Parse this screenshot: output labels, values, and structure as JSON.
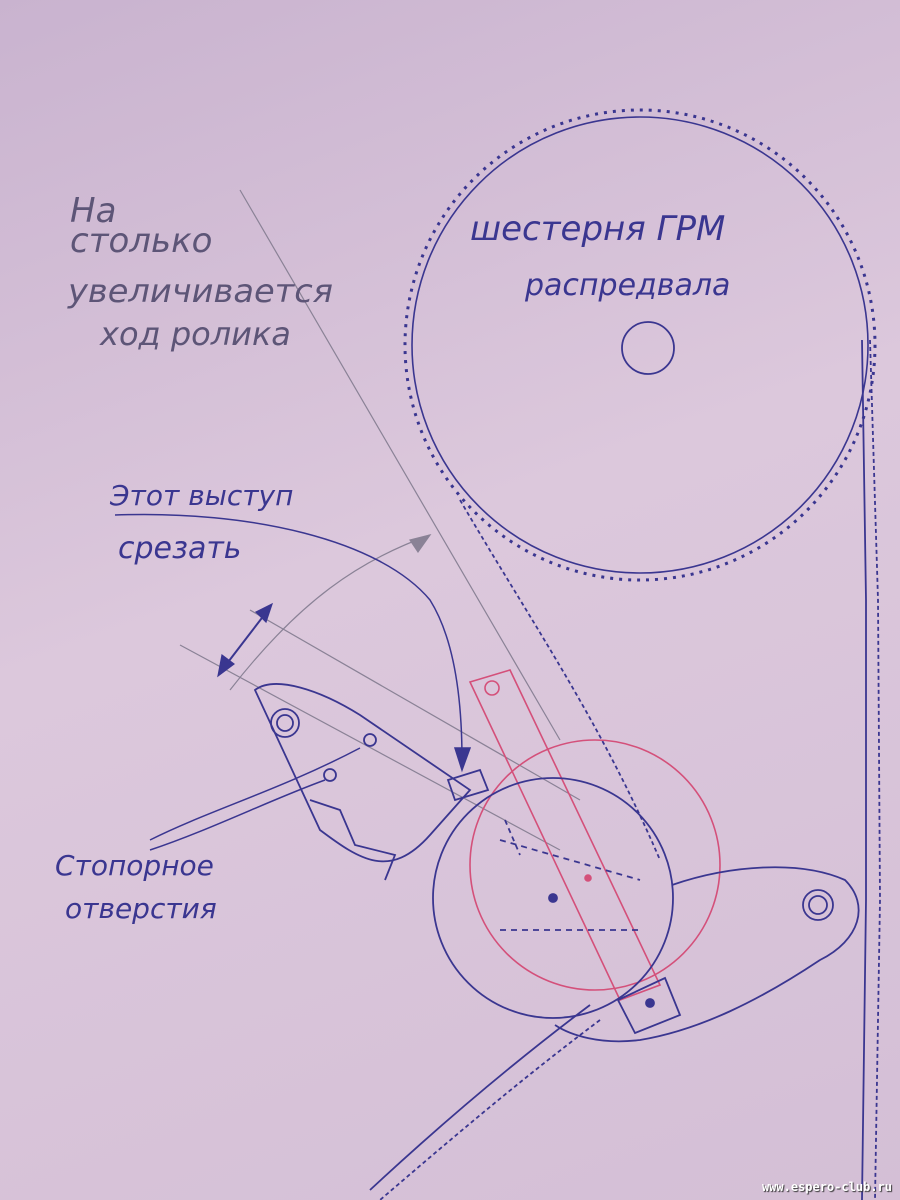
{
  "labels": {
    "cam_gear_line1": "шестерня ГРМ",
    "cam_gear_line2": "распредвала",
    "travel_line1": "На",
    "travel_line2": "столько",
    "travel_line3": "увеличивается",
    "travel_line4": "ход ролика",
    "cut_line1": "Этот выступ",
    "cut_line2": "срезать",
    "holes_line1": "Стопорное",
    "holes_line2": "отверстия"
  },
  "watermark": "www.espero-club.ru",
  "colors": {
    "ink_blue": "#3a3690",
    "ink_red": "#d4507a",
    "pencil": "#8a8296"
  }
}
